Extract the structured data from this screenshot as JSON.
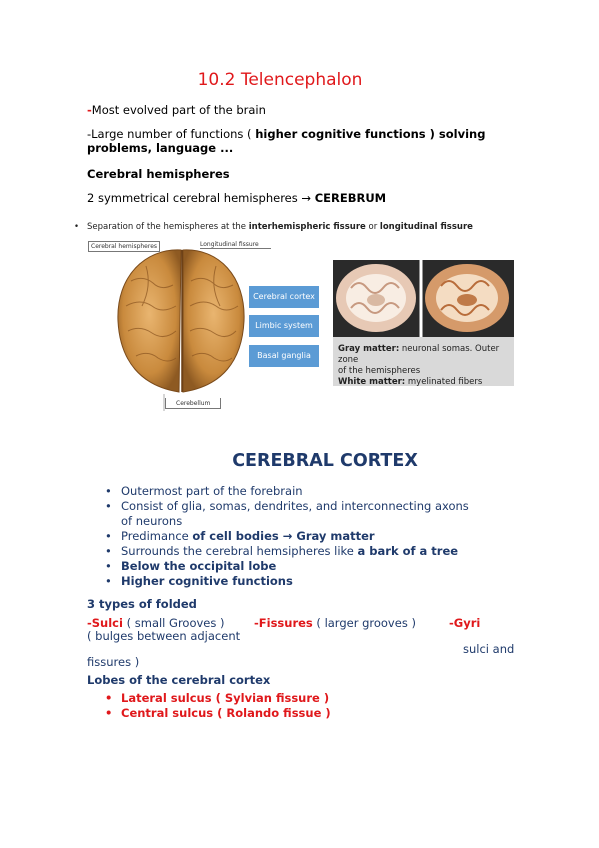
{
  "title": "10.2 Telencephalon",
  "intro": {
    "line1_dash": "-",
    "line1_text": "Most evolved part of the brain",
    "line2_pre": "-Large number of functions ( ",
    "line2_bold": "higher cognitive functions ) solving",
    "line2_cont": "problems, language ..."
  },
  "hemispheres": {
    "heading": "Cerebral hemispheres",
    "line_pre": "2 symmetrical cerebral hemispheres → ",
    "line_bold": "CEREBRUM"
  },
  "figure": {
    "bullet_pre": "Separation of the hemispheres at the ",
    "bullet_bold1": "interhemispheric fissure",
    "bullet_mid": " or ",
    "bullet_bold2": "longitudinal fissure",
    "label_hemispheres": "Cerebral hemispheres",
    "label_fissure": "Longitudinal fissure",
    "label_cerebellum": "Cerebellum",
    "boxes": [
      "Cerebral cortex",
      "Limbic system",
      "Basal ganglia"
    ],
    "gray_bold": "Gray matter:",
    "gray_text": " neuronal somas. Outer zone",
    "gray_text2": "of the hemispheres",
    "white_bold": "White matter:",
    "white_text": " myelinated fibers"
  },
  "cortex": {
    "heading": "CEREBRAL CORTEX",
    "bullets": [
      {
        "pre": "Outermost part of the forebrain",
        "bold": ""
      },
      {
        "pre": "Consist of glia, somas, dendrites, and interconnecting axons of neurons",
        "bold": ""
      },
      {
        "pre": "Predimance ",
        "bold": "of cell bodies → Gray matter"
      },
      {
        "pre": "Surrounds the cerebral hemsipheres like ",
        "bold": "a bark of a tree"
      },
      {
        "pre": "",
        "bold": "Below the occipital lobe"
      },
      {
        "pre": "",
        "bold": "Higher cognitive functions"
      }
    ]
  },
  "folded": {
    "heading": "3 types of folded",
    "sulci_label": "-Sulci",
    "sulci_text": " ( small Grooves )",
    "fissures_label": "-Fissures",
    "fissures_text": " ( larger grooves )",
    "gyri_label": "-Gyri",
    "gyri_text1": "( bulges between adjacent",
    "gyri_text2": "sulci and",
    "gyri_text3": "fissures )"
  },
  "lobes": {
    "heading": "Lobes of the cerebral cortex",
    "items": [
      "Lateral sulcus ( Sylvian fissure )",
      "Central sulcus ( Rolando fissue )"
    ]
  },
  "colors": {
    "red": "#e0181b",
    "navy": "#1f3a6b",
    "box_blue": "#5b9bd5",
    "gray_box": "#d9d9d9"
  }
}
